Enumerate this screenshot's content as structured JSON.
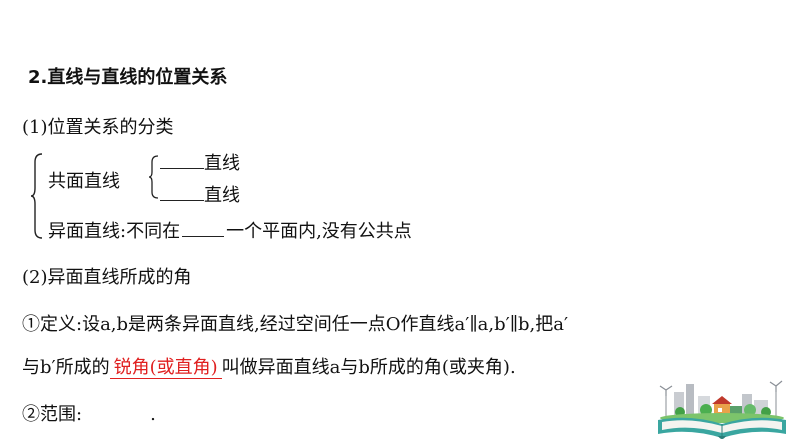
{
  "section": {
    "title": "2.直线与直线的位置关系",
    "sub1": "(1)位置关系的分类",
    "coplanar_label": "共面直线",
    "coplanar_items": [
      "直线",
      "直线"
    ],
    "skew_label": "异面直线:不同在",
    "skew_suffix": "一个平面内,没有公共点",
    "sub2": "(2)异面直线所成的角",
    "definition_line1": "①定义:设a,b是两条异面直线,经过空间任一点O作直线a′∥a,b′∥b,把a′",
    "definition_line2_prefix": "与b′所成的",
    "definition_answer": "锐角(或直角)",
    "definition_line2_suffix": "叫做异面直线a与b所成的角(或夹角).",
    "range_label": "②范围:",
    "range_end": "."
  },
  "colors": {
    "answer": "#e02020"
  },
  "decoration": {
    "icon": "open-book-city-illustration"
  }
}
